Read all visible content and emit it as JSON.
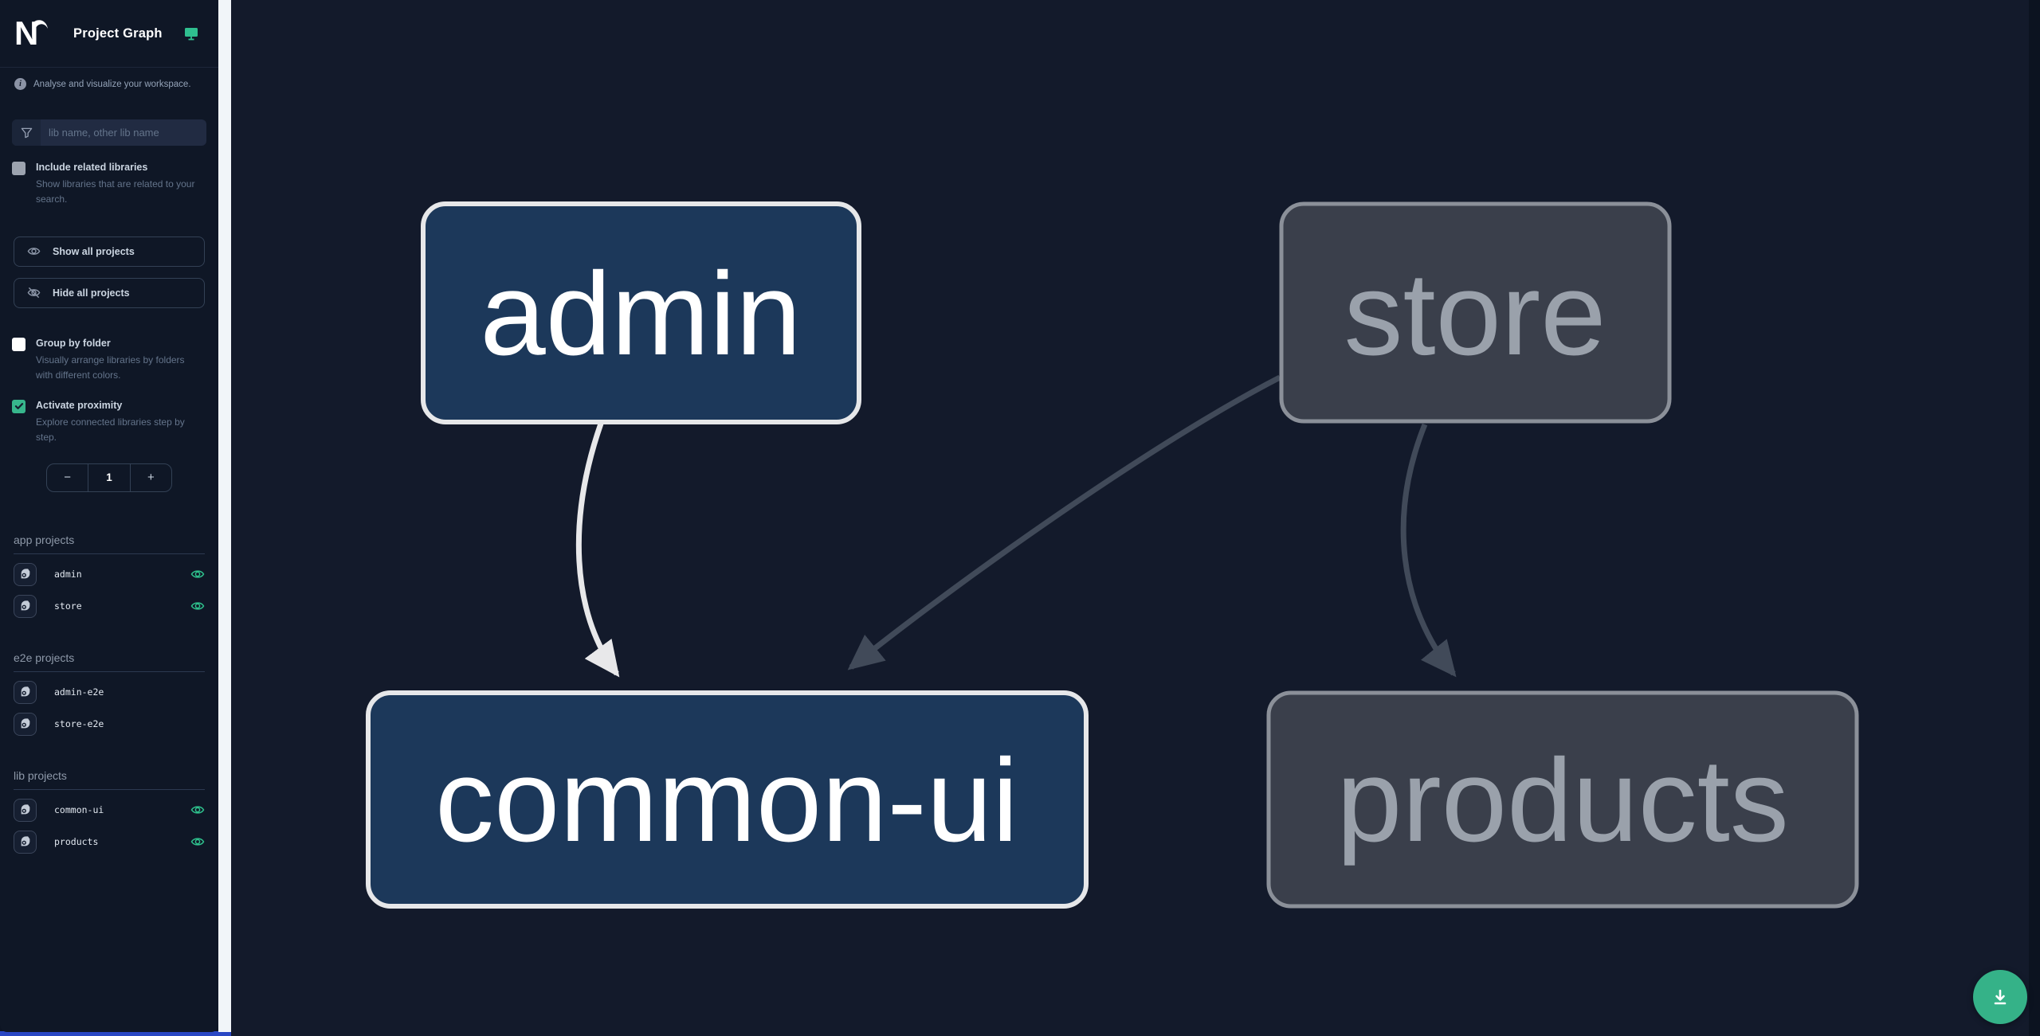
{
  "header": {
    "title": "Project Graph",
    "logo_icon": "nx-logo",
    "theme_icon": "monitor-icon"
  },
  "sidebar": {
    "tagline": "Analyse and visualize your workspace.",
    "tagline_icon": "info-icon",
    "filter": {
      "placeholder": "lib name, other lib name",
      "icon": "funnel-icon"
    },
    "include_related": {
      "label": "Include related libraries",
      "desc": "Show libraries that are related to your search.",
      "checked": false
    },
    "show_all_label": "Show all projects",
    "hide_all_label": "Hide all projects",
    "group_by_folder": {
      "label": "Group by folder",
      "desc": "Visually arrange libraries by folders with different colors.",
      "checked": false
    },
    "activate_proximity": {
      "label": "Activate proximity",
      "desc": "Explore connected libraries step by step.",
      "checked": true
    },
    "proximity": {
      "decrement": "−",
      "value": "1",
      "increment": "+"
    },
    "sections": [
      {
        "title": "app projects",
        "items": [
          {
            "name": "admin",
            "visible": true
          },
          {
            "name": "store",
            "visible": true
          }
        ]
      },
      {
        "title": "e2e projects",
        "items": [
          {
            "name": "admin-e2e",
            "visible": false
          },
          {
            "name": "store-e2e",
            "visible": false
          }
        ]
      },
      {
        "title": "lib projects",
        "items": [
          {
            "name": "common-ui",
            "visible": true
          },
          {
            "name": "products",
            "visible": true
          }
        ]
      }
    ]
  },
  "graph": {
    "nodes": [
      {
        "id": "admin",
        "label": "admin",
        "state": "focused"
      },
      {
        "id": "store",
        "label": "store",
        "state": "muted"
      },
      {
        "id": "common-ui",
        "label": "common-ui",
        "state": "focused"
      },
      {
        "id": "products",
        "label": "products",
        "state": "muted"
      }
    ],
    "edges": [
      {
        "from": "admin",
        "to": "common-ui",
        "style": "light"
      },
      {
        "from": "store",
        "to": "common-ui",
        "style": "muted"
      },
      {
        "from": "store",
        "to": "products",
        "style": "muted"
      }
    ]
  },
  "fab": {
    "icon": "download-icon"
  },
  "colors": {
    "accent_teal": "#2fbf8f",
    "eye_green": "#2ec08c",
    "fab_bg": "#35b288",
    "sidebar_bg": "#0f1726",
    "canvas_bg": "#131a2b",
    "divider": "#f1f5f9",
    "node_focused_fill": "#1c385a",
    "node_focused_border": "#e6e7e9",
    "node_muted_fill": "#3a3f4b",
    "node_muted_border": "#8b9099",
    "node_muted_text": "#9aa1ab",
    "edge_light": "#e8e8ea",
    "edge_muted": "#414a59",
    "bottom_accent": "#2947c4"
  }
}
